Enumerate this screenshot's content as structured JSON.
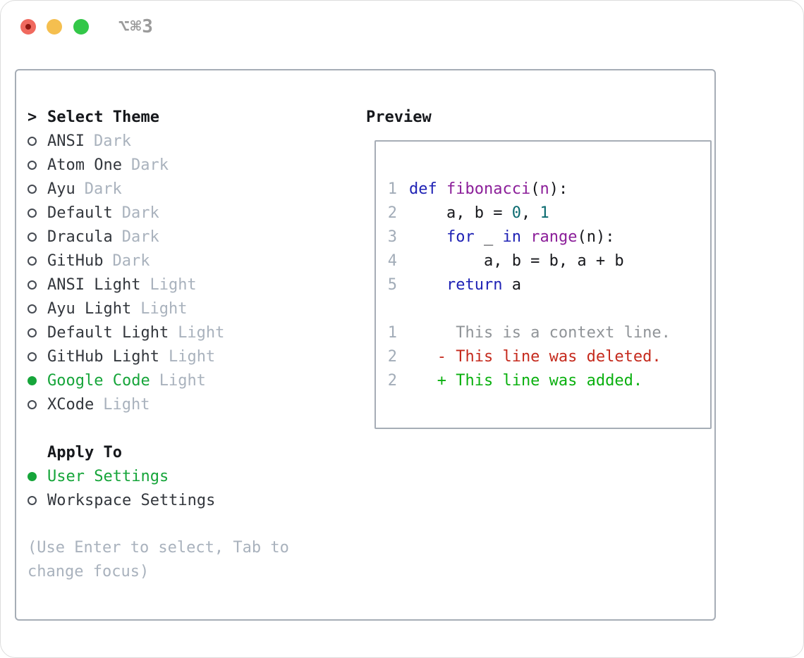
{
  "window": {
    "title_shortcut": "⌥⌘3"
  },
  "theme_panel": {
    "header": {
      "marker": ">",
      "label": "Select Theme"
    },
    "themes": [
      {
        "label": "ANSI",
        "tag": "Dark",
        "selected": false
      },
      {
        "label": "Atom One",
        "tag": "Dark",
        "selected": false
      },
      {
        "label": "Ayu",
        "tag": "Dark",
        "selected": false
      },
      {
        "label": "Default",
        "tag": "Dark",
        "selected": false
      },
      {
        "label": "Dracula",
        "tag": "Dark",
        "selected": false
      },
      {
        "label": "GitHub",
        "tag": "Dark",
        "selected": false
      },
      {
        "label": "ANSI Light",
        "tag": "Light",
        "selected": false
      },
      {
        "label": "Ayu Light",
        "tag": "Light",
        "selected": false
      },
      {
        "label": "Default Light",
        "tag": "Light",
        "selected": false
      },
      {
        "label": "GitHub Light",
        "tag": "Light",
        "selected": false
      },
      {
        "label": "Google Code",
        "tag": "Light",
        "selected": true
      },
      {
        "label": "XCode",
        "tag": "Light",
        "selected": false
      }
    ],
    "apply_to": {
      "header": "Apply To",
      "options": [
        {
          "label": "User Settings",
          "selected": true
        },
        {
          "label": "Workspace Settings",
          "selected": false
        }
      ]
    },
    "hint_lines": [
      "(Use Enter to select, Tab to",
      "change focus)"
    ]
  },
  "preview_panel": {
    "header": "Preview",
    "code_lines": [
      {
        "num": "1",
        "tokens": [
          {
            "text": "def",
            "type": "keyword"
          },
          {
            "text": " ",
            "type": "plain"
          },
          {
            "text": "fibonacci",
            "type": "function"
          },
          {
            "text": "(",
            "type": "plain"
          },
          {
            "text": "n",
            "type": "function"
          },
          {
            "text": "):",
            "type": "plain"
          }
        ]
      },
      {
        "num": "2",
        "tokens": [
          {
            "text": "    a, b = ",
            "type": "plain"
          },
          {
            "text": "0",
            "type": "number"
          },
          {
            "text": ", ",
            "type": "plain"
          },
          {
            "text": "1",
            "type": "number"
          }
        ]
      },
      {
        "num": "3",
        "tokens": [
          {
            "text": "    ",
            "type": "plain"
          },
          {
            "text": "for",
            "type": "keyword"
          },
          {
            "text": " _ ",
            "type": "plain"
          },
          {
            "text": "in",
            "type": "keyword"
          },
          {
            "text": " ",
            "type": "plain"
          },
          {
            "text": "range",
            "type": "function"
          },
          {
            "text": "(n):",
            "type": "plain"
          }
        ]
      },
      {
        "num": "4",
        "tokens": [
          {
            "text": "        a, b = b, a + b",
            "type": "plain"
          }
        ]
      },
      {
        "num": "5",
        "tokens": [
          {
            "text": "    ",
            "type": "plain"
          },
          {
            "text": "return",
            "type": "keyword"
          },
          {
            "text": " a",
            "type": "plain"
          }
        ]
      },
      {
        "num": "",
        "tokens": []
      },
      {
        "num": "1",
        "tokens": [
          {
            "text": "     This is a context line.",
            "type": "context"
          }
        ]
      },
      {
        "num": "2",
        "tokens": [
          {
            "text": "   - This line was deleted.",
            "type": "deleted"
          }
        ]
      },
      {
        "num": "2",
        "tokens": [
          {
            "text": "   + This line was added.",
            "type": "added"
          }
        ]
      }
    ],
    "palette": {
      "keyword": "#1f22b5",
      "function": "#8b1e99",
      "number": "#0b6b70",
      "plain": "#17181c",
      "context": "#909498",
      "deleted": "#c52a1d",
      "added": "#0ab00f",
      "line_number": "#a2acb8"
    }
  },
  "colors": {
    "accent_green": "#16a53a",
    "muted": "#a9b2bd",
    "text_dark": "#33373d",
    "panel_border": "#a6adb6",
    "title_gray": "#9b9b9b",
    "traffic_red": "#f0695e",
    "traffic_yellow": "#f5bf4f",
    "traffic_green": "#33c748"
  }
}
